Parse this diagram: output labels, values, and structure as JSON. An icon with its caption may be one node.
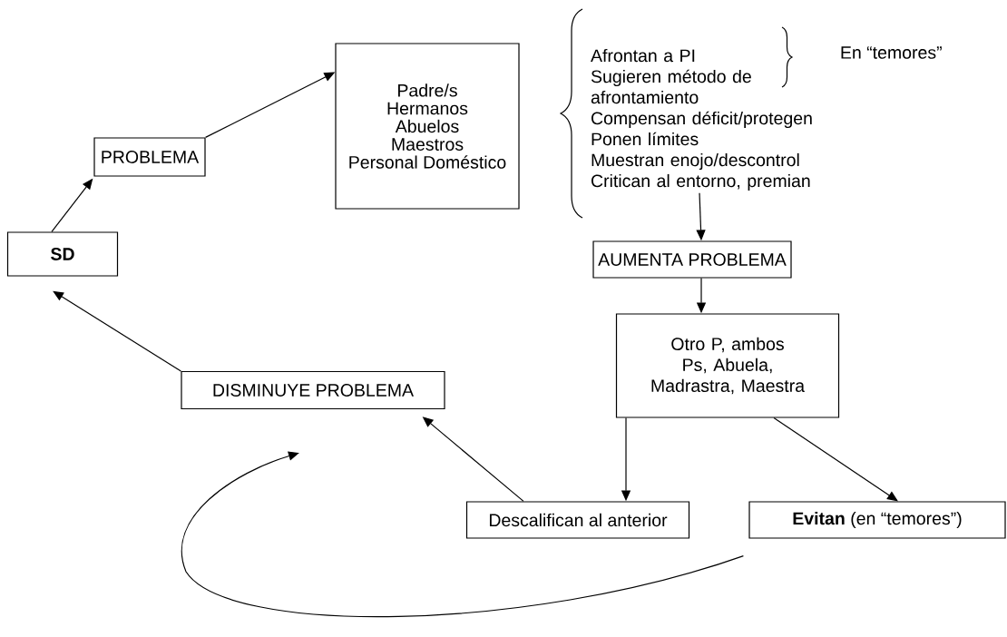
{
  "diagram": {
    "nodes": [
      {
        "text": [
          "SD"
        ]
      },
      {
        "text": [
          "PROBLEMA"
        ]
      },
      {
        "text": [
          "Padre/s",
          "Hermanos",
          "Abuelos",
          "Maestros",
          "Personal Doméstico"
        ]
      },
      {
        "text": [
          "Afrontan a PI",
          "Sugieren método de afrontamiento",
          "Compensan déficit/protegen",
          "Ponen límites",
          "Muestran enojo/descontrol",
          "Critican al entorno, premian"
        ]
      },
      {
        "text": [
          "AUMENTA PROBLEMA"
        ]
      },
      {
        "text": [
          "Otro P, ambos Ps, Abuela, Madrastra, Maestra"
        ]
      },
      {
        "text": [
          "DISMINUYE PROBLEMA"
        ]
      },
      {
        "text": [
          "Descalifican al anterior"
        ]
      },
      {
        "text": [
          "**Evitan** (en “temores”)"
        ]
      }
    ],
    "edges": [
      {
        "from": 0,
        "to": 1,
        "arrow": "to"
      },
      {
        "from": 1,
        "to": 2,
        "arrow": "to"
      },
      {
        "from": 3,
        "to": 4,
        "arrow": "to"
      },
      {
        "from": 4,
        "to": 5,
        "arrow": "to"
      },
      {
        "from": 5,
        "to": 7,
        "arrow": "to"
      },
      {
        "from": 5,
        "to": 8,
        "arrow": "to"
      },
      {
        "from": 7,
        "to": 6,
        "arrow": "to"
      },
      {
        "from": 6,
        "to": 0,
        "arrow": "to"
      },
      {
        "from": 8,
        "to": 6,
        "arrow": "to"
      }
    ],
    "labels": [
      "En “temores”"
    ]
  }
}
